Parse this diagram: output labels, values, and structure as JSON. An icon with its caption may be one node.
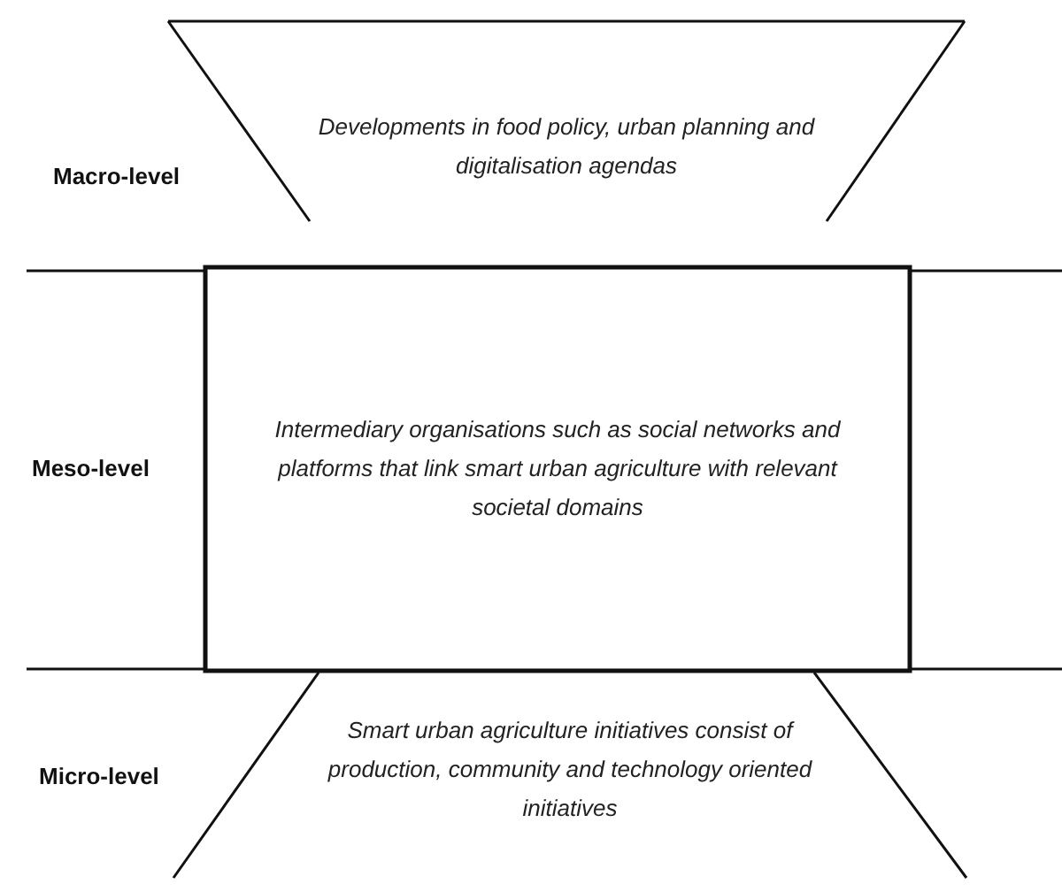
{
  "diagram": {
    "nodes": [
      {
        "text": [
          "Developments in food policy, urban planning and digitalisation agendas"
        ]
      },
      {
        "text": [
          "Intermediary organisations such as social networks and platforms that link smart urban agriculture with relevant societal domains"
        ]
      },
      {
        "text": [
          "Smart urban agriculture initiatives consist of production, community and technology oriented initiatives"
        ]
      }
    ],
    "edges": [],
    "labels": [
      "Macro-level",
      "Meso-level",
      "Micro-level"
    ]
  }
}
